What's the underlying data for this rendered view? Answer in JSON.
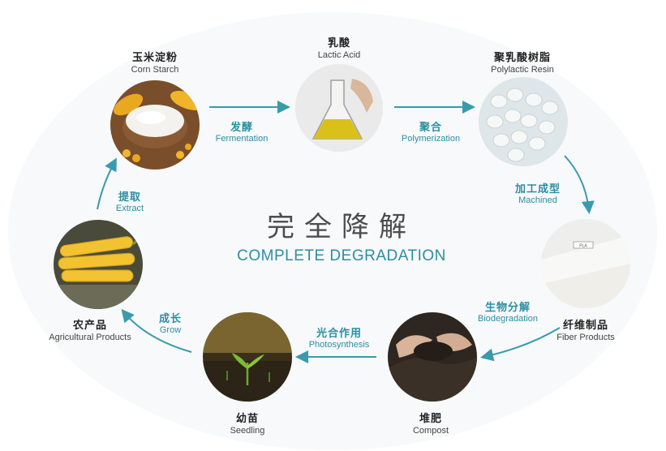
{
  "center": {
    "title_cn": "完全降解",
    "title_en": "COMPLETE DEGRADATION"
  },
  "nodes": {
    "corn_starch": {
      "cn": "玉米淀粉",
      "en": "Corn Starch"
    },
    "lactic_acid": {
      "cn": "乳酸",
      "en": "Lactic Acid"
    },
    "polylactic_resin": {
      "cn": "聚乳酸树脂",
      "en": "Polylactic Resin"
    },
    "fiber_products": {
      "cn": "纤维制品",
      "en": "Fiber Products"
    },
    "compost": {
      "cn": "堆肥",
      "en": "Compost"
    },
    "seedling": {
      "cn": "幼苗",
      "en": "Seedling"
    },
    "agricultural_products": {
      "cn": "农产品",
      "en": "Agricultural Products"
    }
  },
  "steps": {
    "fermentation": {
      "cn": "发酵",
      "en": "Fermentation"
    },
    "polymerization": {
      "cn": "聚合",
      "en": "Polymerization"
    },
    "machined": {
      "cn": "加工成型",
      "en": "Machined"
    },
    "biodegradation": {
      "cn": "生物分解",
      "en": "Biodegradation"
    },
    "photosynthesis": {
      "cn": "光合作用",
      "en": "Photosynthesis"
    },
    "grow": {
      "cn": "成长",
      "en": "Grow"
    },
    "extract": {
      "cn": "提取",
      "en": "Extract"
    }
  },
  "colors": {
    "accent": "#2b8fa3",
    "arrow": "#3a9aad",
    "text_dark": "#222222",
    "title_gray": "#4d4d4d"
  },
  "pla_tag": "PLA"
}
